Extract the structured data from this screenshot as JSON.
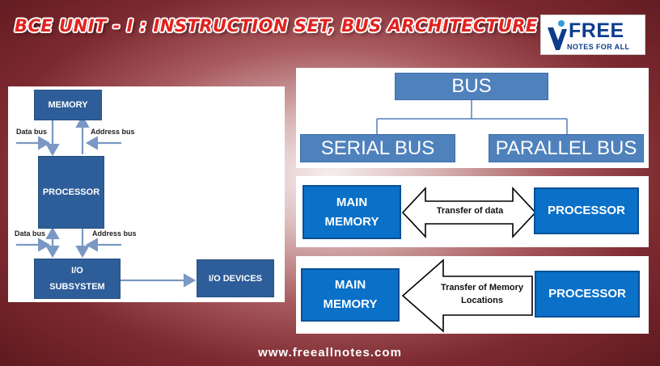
{
  "title": "BCE UNIT - I : INSTRUCTION SET, BUS ARCHITECTURE",
  "logo": {
    "main": "FREE",
    "sub": "NOTES FOR ALL"
  },
  "left_diagram": {
    "memory": "MEMORY",
    "processor": "PROCESSOR",
    "io_line1": "I/O",
    "io_line2": "SUBSYSTEM",
    "io_devices": "I/O DEVICES",
    "top_data_bus": "Data bus",
    "top_address_bus": "Address bus",
    "bottom_data_bus": "Data bus",
    "bottom_address_bus": "Address bus"
  },
  "bus_tree": {
    "root": "BUS",
    "left": "SERIAL BUS",
    "right": "PARALLEL BUS"
  },
  "data_transfer": {
    "memory_line1": "MAIN",
    "memory_line2": "MEMORY",
    "arrow_label": "Transfer of data",
    "processor": "PROCESSOR"
  },
  "address_transfer": {
    "memory_line1": "MAIN",
    "memory_line2": "MEMORY",
    "arrow_label_line1": "Transfer of Memory",
    "arrow_label_line2": "Locations",
    "processor": "PROCESSOR"
  },
  "footer": "www.freeallnotes.com",
  "colors": {
    "title": "#e1221e",
    "dark_box": "#2e5e99",
    "blue_box": "#0a70c8",
    "bus_box": "#4f81bd",
    "logo": "#0d3c8c"
  }
}
